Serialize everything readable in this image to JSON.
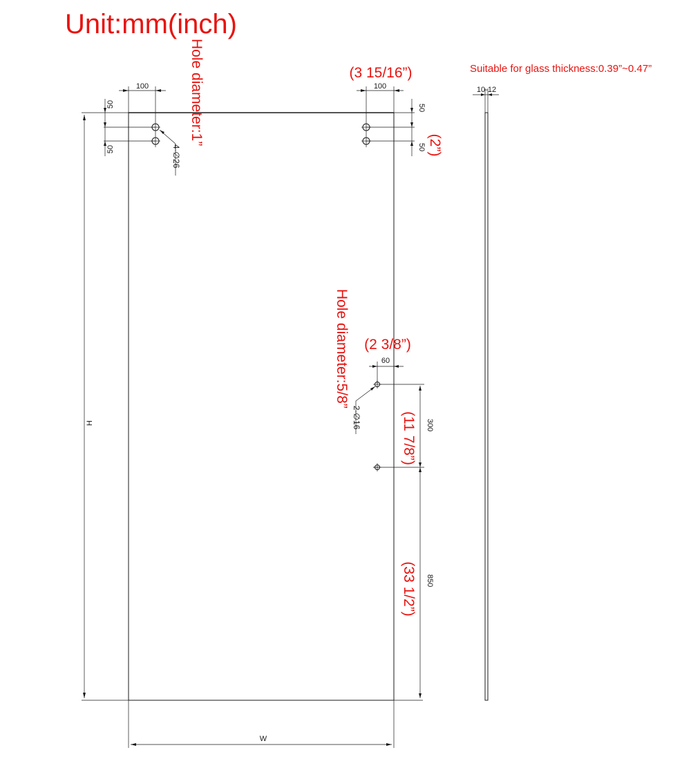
{
  "unit_title": "Unit:mm(inch)",
  "glass_note": "Suitable for glass thickness:0.39”~0.47”",
  "top_holes": {
    "diameter_note": "Hole diameter:1”",
    "callout": "4-∅26",
    "spacing_left": "100",
    "spacing_right": "100",
    "spacing_inch": "(3 15/16”)",
    "edge_left": "50",
    "pitch_left": "50",
    "edge_right": "50",
    "pitch_right": "50",
    "pitch_inch": "(2”)"
  },
  "handle_holes": {
    "diameter_note": "Hole diameter:5/8”",
    "callout": "2-∅16",
    "offset": "60",
    "offset_inch": "(2 3/8”)",
    "spacing": "300",
    "spacing_inch": "(11 7/8”)",
    "bottom": "850",
    "bottom_inch": "(33 1/2”)"
  },
  "overall": {
    "height_label": "H",
    "width_label": "W"
  },
  "side_view": {
    "thickness": "10-12"
  },
  "colors": {
    "annotation": "#e8130f",
    "line": "#1a1a1a"
  }
}
